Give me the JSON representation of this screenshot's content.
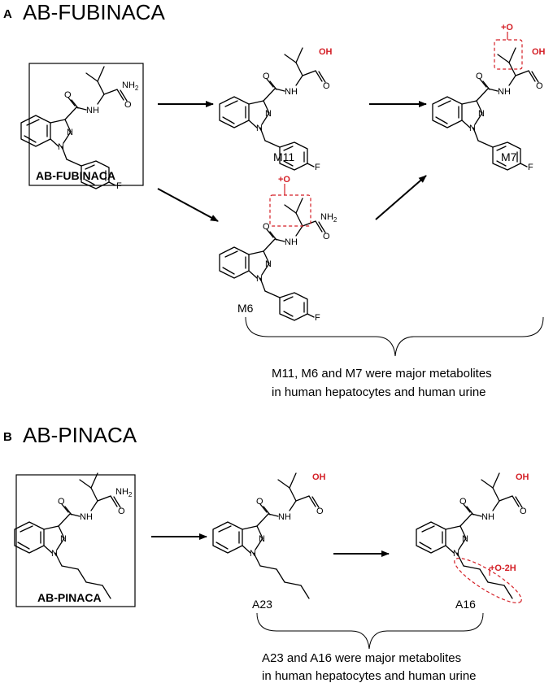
{
  "panels": [
    {
      "letter": "A",
      "title": "AB-FUBINACA",
      "parent_label": "AB-FUBINACA",
      "compounds": [
        "M11",
        "M7",
        "M6"
      ],
      "modifications": [
        "+O",
        "+O"
      ],
      "note_lines": [
        "M11, M6 and M7 were major metabolites",
        "in human hepatocytes and human urine"
      ]
    },
    {
      "letter": "B",
      "title": "AB-PINACA",
      "parent_label": "AB-PINACA",
      "compounds": [
        "A23",
        "A16"
      ],
      "modifications": [
        "+O-2H"
      ],
      "note_lines": [
        "A23 and A16 were major metabolites",
        "in human hepatocytes and human urine"
      ]
    }
  ],
  "atoms": {
    "amide_nh2": "NH2",
    "amine_nh": "NH",
    "oxygen": "O",
    "acid_oh": "OH",
    "nitrogen": "N",
    "fluorine": "F"
  },
  "colors": {
    "modification": "#d41f26",
    "ink": "#000000"
  }
}
